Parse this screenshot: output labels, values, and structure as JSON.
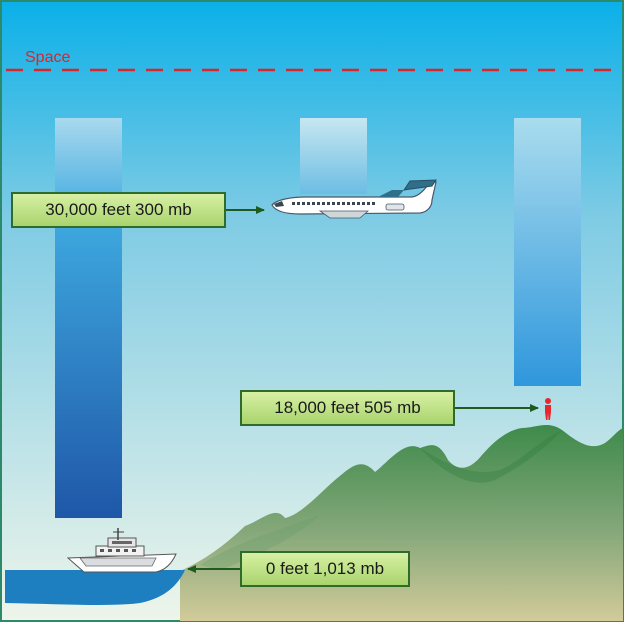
{
  "space_label": "Space",
  "labels": {
    "aircraft": "30,000 feet 300 mb",
    "mountain": "18,000 feet 505 mb",
    "sea": "0 feet 1,013 mb"
  },
  "icons": {
    "aircraft": "airplane-icon",
    "person": "person-icon",
    "ship": "ship-icon"
  },
  "colors": {
    "sky_top": "#0db1e8",
    "sky_bottom": "#eef4ea",
    "space_line": "#d8262b",
    "label_border": "#2f6b2a",
    "label_fill": "#b7dd7e",
    "arrow": "#1f5a1f",
    "water": "#1d7fc0",
    "land": "#c9c38e",
    "mountain": "#3f8c4a"
  }
}
